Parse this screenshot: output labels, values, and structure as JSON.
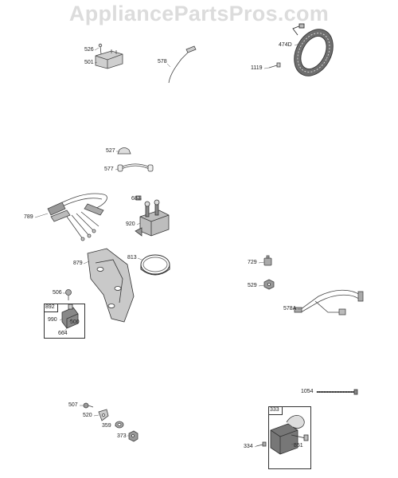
{
  "watermark": "AppliancePartsPros.com",
  "parts": {
    "p526": "526",
    "p501": "501",
    "p578": "578",
    "p474d": "474D",
    "p1119": "1119",
    "p527": "527",
    "p577": "577",
    "p683": "683",
    "p789": "789",
    "p920": "920",
    "p879": "879",
    "p813": "813",
    "p729": "729",
    "p529": "529",
    "p578a": "578A",
    "p506": "506",
    "p892": "892",
    "p990": "990",
    "p500": "500",
    "p664": "664",
    "p1054": "1054",
    "p333": "333",
    "p507": "507",
    "p520": "520",
    "p359": "359",
    "p373": "373",
    "p334": "334",
    "p851": "851"
  },
  "colors": {
    "line": "#444444",
    "fill_light": "#d8d8d8",
    "fill_dark": "#8a8a8a",
    "watermark": "#dcdcdc"
  }
}
